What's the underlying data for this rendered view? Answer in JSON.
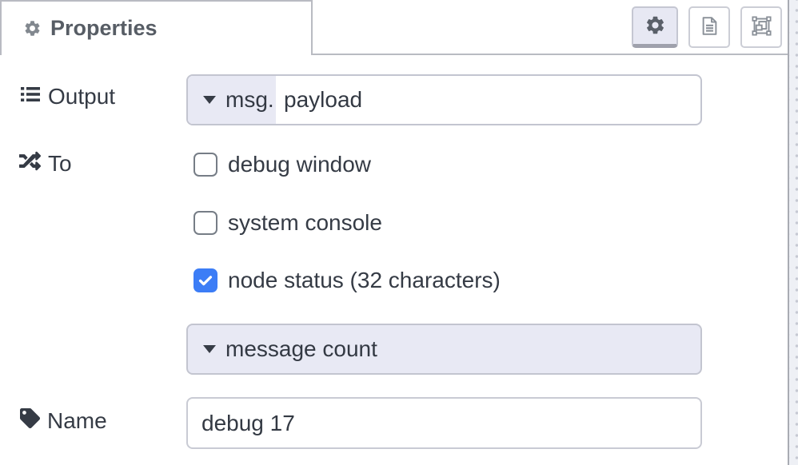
{
  "panel": {
    "tab": {
      "title": "Properties",
      "icon": "gear-icon"
    },
    "toolbar": [
      {
        "id": "properties-tab-button",
        "icon": "gear-icon",
        "active": true
      },
      {
        "id": "description-tab-button",
        "icon": "document-icon",
        "active": false
      },
      {
        "id": "appearance-tab-button",
        "icon": "appearance-icon",
        "active": false
      }
    ]
  },
  "form": {
    "output": {
      "label": "Output",
      "icon": "list-icon",
      "prefix": "msg.",
      "value": "payload"
    },
    "to": {
      "label": "To",
      "icon": "shuffle-icon",
      "checkboxes": [
        {
          "label": "debug window",
          "checked": false
        },
        {
          "label": "system console",
          "checked": false
        },
        {
          "label": "node status (32 characters)",
          "checked": true
        }
      ],
      "status_source": "message count"
    },
    "name": {
      "label": "Name",
      "icon": "tag-icon",
      "value": "debug 17"
    }
  },
  "colors": {
    "accent_blue": "#3c7df6",
    "field_lavender": "#e8e9f4",
    "border_gray": "#b9bbc2"
  }
}
